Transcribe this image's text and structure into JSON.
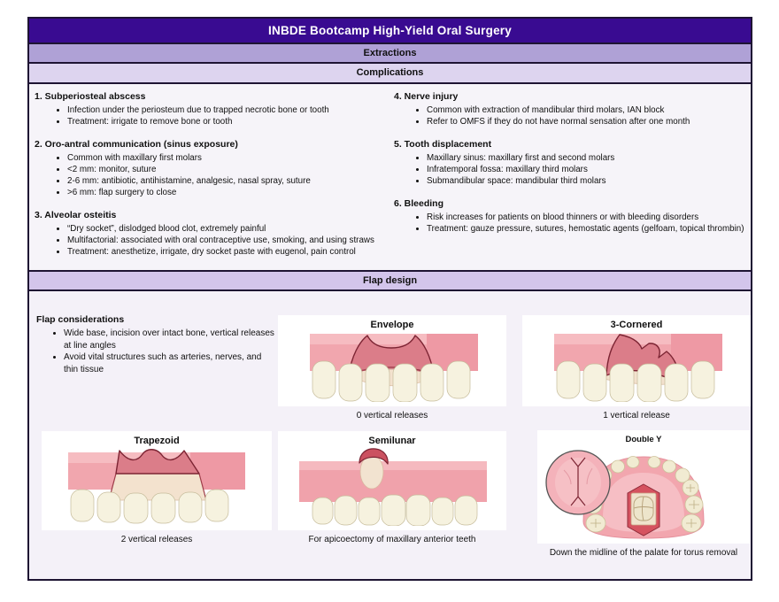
{
  "title": "INBDE Bootcamp High-Yield Oral Surgery",
  "sections": {
    "extractions": "Extractions",
    "complications": "Complications"
  },
  "complications": {
    "left": [
      {
        "heading": "1. Subperiosteal abscess",
        "bullets": [
          "Infection under the periosteum due to trapped necrotic bone or tooth",
          "Treatment: irrigate to remove bone or tooth"
        ]
      },
      {
        "heading": "2. Oro-antral communication (sinus exposure)",
        "bullets": [
          "Common with maxillary first molars",
          "<2 mm: monitor, suture",
          "2-6 mm: antibiotic, antihistamine, analgesic, nasal spray, suture",
          ">6 mm: flap surgery to close"
        ]
      },
      {
        "heading": "3. Alveolar osteitis",
        "bullets": [
          "“Dry socket”, dislodged blood clot, extremely painful",
          "Multifactorial: associated with oral contraceptive use, smoking, and using straws",
          "Treatment: anesthetize, irrigate, dry socket paste with eugenol, pain control"
        ]
      }
    ],
    "right": [
      {
        "heading": "4. Nerve injury",
        "bullets": [
          "Common with extraction of mandibular third molars, IAN block",
          "Refer to OMFS if they do not have normal sensation after one month"
        ]
      },
      {
        "heading": "5. Tooth displacement",
        "bullets": [
          "Maxillary sinus: maxillary first and second molars",
          "Infratemporal fossa: maxillary third molars",
          "Submandibular space: mandibular third molars"
        ]
      },
      {
        "heading": "6. Bleeding",
        "bullets": [
          "Risk increases for patients on blood thinners or with bleeding disorders",
          "Treatment: gauze pressure, sutures, hemostatic agents (gelfoam, topical thrombin)"
        ]
      }
    ]
  },
  "flap": {
    "label": "Flap design",
    "considerations": {
      "heading": "Flap considerations",
      "bullets": [
        "Wide base, incision over intact bone, vertical releases at line angles",
        "Avoid vital structures such as arteries, nerves, and thin tissue"
      ]
    },
    "panels": [
      {
        "title": "Envelope",
        "caption": "0 vertical releases"
      },
      {
        "title": "3-Cornered",
        "caption": "1 vertical release"
      },
      {
        "title": "Trapezoid",
        "caption": "2 vertical releases"
      },
      {
        "title": "Semilunar",
        "caption": "For apicoectomy of maxillary anterior teeth"
      },
      {
        "title": "Double Y",
        "caption": "Down the midline of the palate for torus removal"
      }
    ]
  },
  "colors": {
    "title_bar": "#390B91",
    "title_text": "#FFFFFF",
    "extractions_bar": "#AFA1D6",
    "complications_bar": "#DDD4EF",
    "flap_bar": "#D3C5EB",
    "border": "#1E1433",
    "complications_bg": "#F6F4F9",
    "flap_bg": "#F4F1F8",
    "gum_pink": "#F1A6AE",
    "flap_rose": "#DB7D89",
    "flap_outline": "#7C2433",
    "exposed_bone": "#F3E2CE",
    "tooth": "#F6F2DF"
  }
}
